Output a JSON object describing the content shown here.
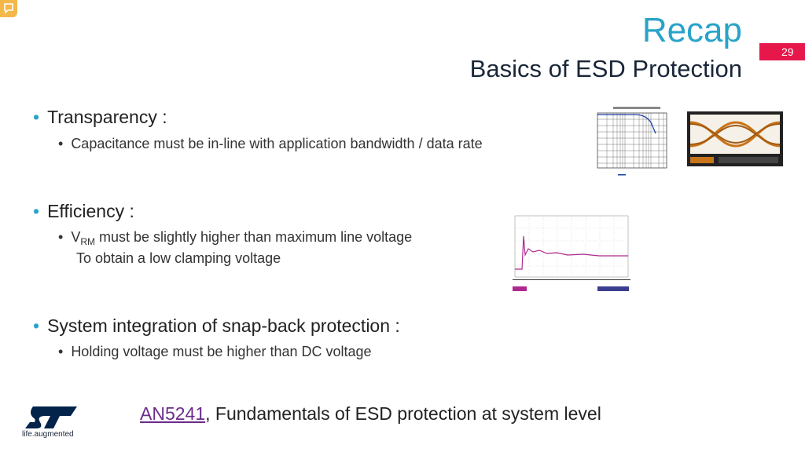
{
  "header": {
    "title": "Recap",
    "subtitle": "Basics of ESD Protection",
    "page_number": "29"
  },
  "bullets": [
    {
      "heading": "Transparency :",
      "items": [
        "Capacitance must be in-line with application bandwidth / data rate"
      ]
    },
    {
      "heading": "Efficiency :",
      "items": [
        {
          "prefix": "V",
          "sub": "RM",
          "rest": " must be slightly higher than maximum line voltage"
        },
        "To obtain a low clamping voltage"
      ]
    },
    {
      "heading": "System integration of snap-back protection :",
      "items": [
        "Holding voltage must be higher than DC voltage"
      ]
    }
  ],
  "footer": {
    "link_text": "AN5241",
    "text": ", Fundamentals of ESD protection at system level"
  },
  "logo": {
    "tagline": "life.augmented"
  },
  "colors": {
    "title": "#2aa3c8",
    "badge": "#e5174b",
    "link": "#6b2c8c"
  }
}
